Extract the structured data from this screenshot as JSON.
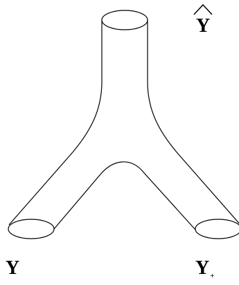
{
  "labels": {
    "top": "Y",
    "left": "Y",
    "right": "Y",
    "right_subscript": "+"
  },
  "colors": {
    "stroke": "#000000",
    "background": "#ffffff"
  }
}
